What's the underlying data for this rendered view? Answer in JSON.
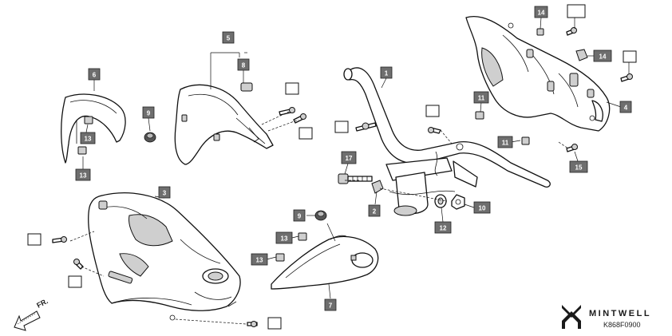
{
  "callouts": [
    "1",
    "2",
    "3",
    "4",
    "5",
    "6",
    "7",
    "8",
    "9",
    "10",
    "11",
    "12",
    "13",
    "14",
    "15",
    "17"
  ],
  "direction_label": "FR.",
  "brand": {
    "name": "MINTWELL",
    "code": "K868F0900"
  },
  "colors": {
    "label_fill": "#6e6e6e",
    "line": "#111111",
    "background": "#ffffff"
  }
}
